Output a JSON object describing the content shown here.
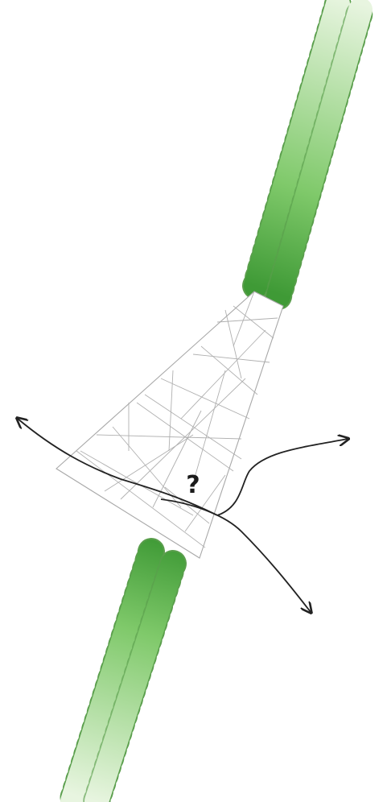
{
  "diagram": {
    "question_mark": "?",
    "colors": {
      "filament_dark": "#3f9a36",
      "filament_mid": "#7fc96a",
      "filament_light": "#e8f5e0",
      "mesh": "#b0b0b0",
      "arrows": "#222222"
    },
    "elements": [
      "upper-filament-bundle",
      "lower-filament-bundle",
      "crosslinked-mesh",
      "pathway-arrows",
      "question-mark"
    ]
  }
}
